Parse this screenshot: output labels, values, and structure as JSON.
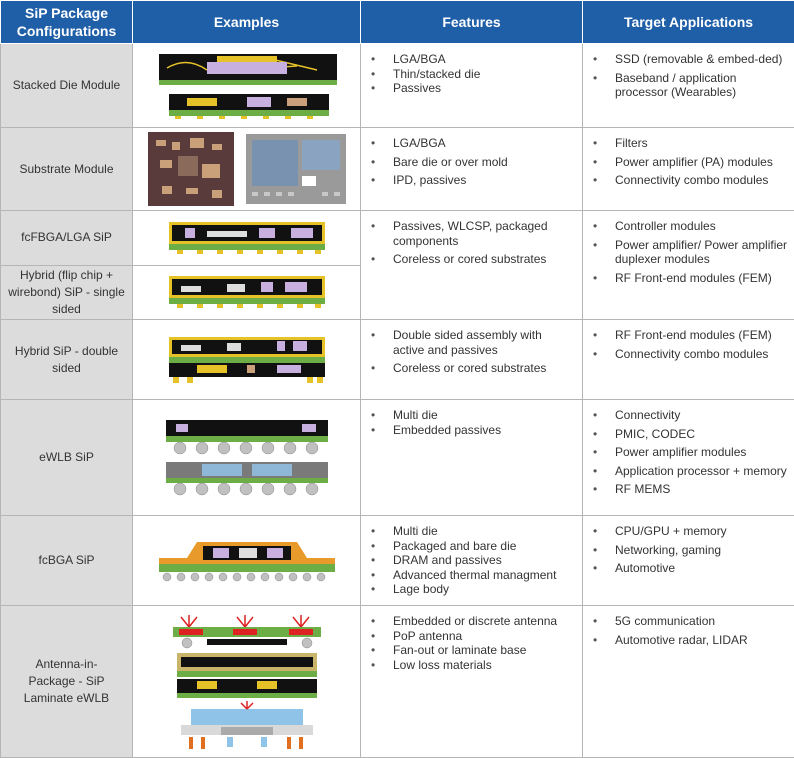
{
  "headers": {
    "config": "SiP Package Configurations",
    "examples": "Examples",
    "features": "Features",
    "applications": "Target Applications"
  },
  "rows": [
    {
      "config": "Stacked Die Module",
      "features": [
        "LGA/BGA",
        "Thin/stacked die",
        "Passives"
      ],
      "applications": [
        "SSD (removable & embed-ded)",
        "Baseband / application processor (Wearables)"
      ]
    },
    {
      "config": "Substrate Module",
      "features": [
        "LGA/BGA",
        "Bare die or over mold",
        "IPD, passives"
      ],
      "applications": [
        "Filters",
        "Power amplifier (PA) modules",
        "Connectivity combo modules"
      ]
    },
    {
      "config": "fcFBGA/LGA SiP",
      "config2": "Hybrid (flip chip + wirebond) SiP - single sided",
      "features": [
        "Passives, WLCSP, packaged components",
        "Coreless or cored substrates"
      ],
      "applications": [
        "Controller modules",
        "Power amplifier/ Power amplifier duplexer modules",
        "RF Front-end modules (FEM)"
      ]
    },
    {
      "config": "Hybrid SiP - double sided",
      "features": [
        "Double sided assembly with active and passives",
        "Coreless or cored substrates"
      ],
      "applications": [
        "RF Front-end modules (FEM)",
        "Connectivity combo modules"
      ]
    },
    {
      "config": "eWLB SiP",
      "features": [
        "Multi die",
        "Embedded passives"
      ],
      "applications": [
        "Connectivity",
        "PMIC, CODEC",
        "Power amplifier modules",
        "Application processor + memory",
        "RF MEMS"
      ]
    },
    {
      "config": "fcBGA SiP",
      "features": [
        "Multi die",
        "Packaged and bare die",
        "DRAM and passives",
        "Advanced thermal managment",
        "Lage body"
      ],
      "applications": [
        "CPU/GPU + memory",
        "Networking, gaming",
        "Automotive"
      ]
    },
    {
      "config": "Antenna-in-Package - SiP Laminate eWLB",
      "features": [
        "Embedded or discrete antenna",
        "PoP antenna",
        "Fan-out or laminate base",
        "Low loss materials"
      ],
      "applications": [
        "5G communication",
        "Automotive radar, LIDAR"
      ]
    }
  ]
}
